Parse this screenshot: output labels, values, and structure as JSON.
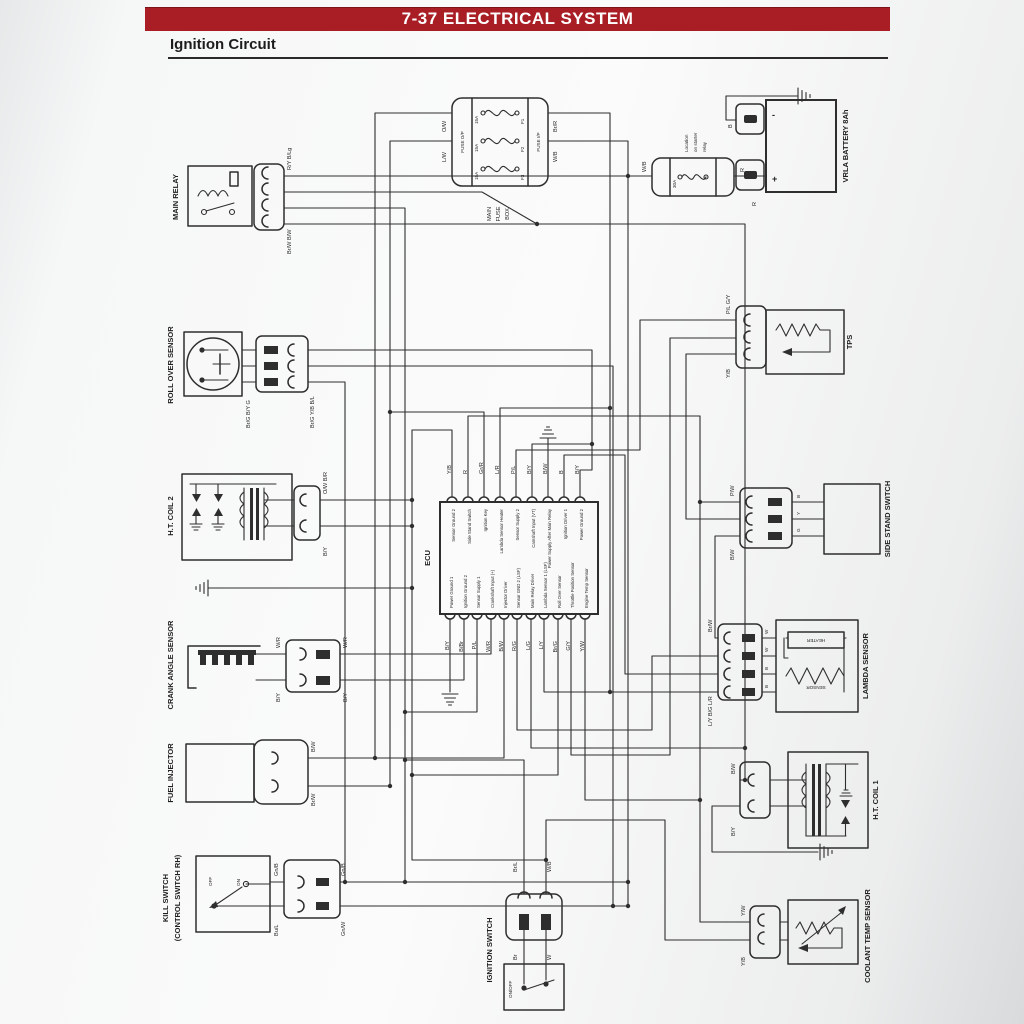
{
  "header": {
    "title": "7-37  ELECTRICAL SYSTEM",
    "section": "Ignition Circuit"
  },
  "colors": {
    "header_red": "#a91e25",
    "ink": "#2e2e2e"
  },
  "main_relay": {
    "label": "MAIN RELAY",
    "wire_top": "R/Y  B/Lg",
    "wire_bottom": "Br/W  B/W"
  },
  "main_fuse_box": {
    "word1": "MAIN",
    "word2": "FUSE",
    "word3": "BOX",
    "out": "FUSE O/P",
    "in": "FUSE I/P",
    "fuses": [
      "15A",
      "15A",
      "15A"
    ],
    "ids": [
      "F1",
      "F2",
      "F3"
    ],
    "wire_left_top": "O/W",
    "wire_left_bottom": "L/W",
    "wire_right_top": "Br/R",
    "wire_right_bottom": "W/B"
  },
  "starter_fuse": {
    "label_1": "Location",
    "label_2": "on starter",
    "label_3": "relay",
    "rating": "30A",
    "wire_left": "W/B",
    "wire_right": "R"
  },
  "battery": {
    "label": "VRLA BATTERY 8Ah",
    "plus": "+",
    "minus": "-",
    "wire_r": "R",
    "wire_b": "B"
  },
  "roll_over_sensor": {
    "label": "ROLL OVER SENSOR",
    "wire_left": "Br/G  B/Y  G",
    "wire_right": "Br/G  Y/B  B/L"
  },
  "ht_coil_2": {
    "label": "H.T. COIL 2",
    "wire_top": "O/W  B/R",
    "wire_bottom": "B/Y"
  },
  "crank_angle_sensor": {
    "label": "CRANK ANGLE SENSOR",
    "wire_top_left": "W/R",
    "wire_bottom_left": "B/Y",
    "wire_top_right": "W/R",
    "wire_bottom_right": "B/Y"
  },
  "fuel_injector": {
    "label": "FUEL INJECTOR",
    "wire_top": "B/W",
    "wire_bottom": "Br/W"
  },
  "kill_switch": {
    "label_1": "KILL SWITCH",
    "label_2": "(CONTROL SWITCH RH)",
    "off": "OFF",
    "on": "ON",
    "wire_top": "Gn/B",
    "wire_bottom": "Bu/L",
    "wire_right_top": "Gn/B",
    "wire_right_bottom": "Gn/W"
  },
  "ignition_switch": {
    "label": "IGNITION SWITCH",
    "switch": "ON/OFF",
    "wire_top_left": "Br/L",
    "wire_top_right": "W/B",
    "wire_bottom_left": "Br",
    "wire_bottom_right": "W"
  },
  "tps": {
    "label": "TPS",
    "wire_top": "P/L  G/Y",
    "wire_bottom": "Y/B"
  },
  "side_stand_switch": {
    "label": "SIDE STAND SWITCH",
    "wire_left_top": "P/W",
    "wire_left_mid": "B/W",
    "wire_right_top": "B",
    "wire_right_mid": "Y",
    "wire_right_bottom": "G"
  },
  "lambda_sensor": {
    "label": "LAMBDA SENSOR",
    "heater": "HEATER",
    "sensor": "SENSOR",
    "wire_left_top": "Br/W",
    "wire_left_bottom": "L/Y  B/G  L/R",
    "wire_mid_1": "W",
    "wire_mid_2": "W",
    "wire_mid_3": "B",
    "wire_mid_4": "B"
  },
  "ht_coil_1": {
    "label": "H.T. COIL 1",
    "wire_top": "B/W",
    "wire_bottom": "B/Y"
  },
  "coolant_temp_sensor": {
    "label": "COOLANT TEMP SENSOR",
    "wire_top": "Y/W",
    "wire_bottom": "Y/B"
  },
  "ecu": {
    "label": "ECU",
    "top_pins": [
      {
        "wire": "Y/B",
        "fn": "Sensor Ground 2"
      },
      {
        "wire": "R",
        "fn": "Side Stand Switch"
      },
      {
        "wire": "Gr/R",
        "fn": "Ignition Key"
      },
      {
        "wire": "L/R",
        "fn": "Lambda Sensor Heater"
      },
      {
        "wire": "P/L",
        "fn": "Sensor Supply 2"
      },
      {
        "wire": "B/Y",
        "fn": "Camshaft Input (VT)"
      },
      {
        "wire": "B/W",
        "fn": "Power Supply After Main Relay"
      },
      {
        "wire": "B",
        "fn": "Ignition Driver 1"
      },
      {
        "wire": "B/Y",
        "fn": "Power Ground 2"
      }
    ],
    "bottom_pins": [
      {
        "wire": "B/Y",
        "fn": "Power Ground 1"
      },
      {
        "wire": "B/Br",
        "fn": "Ignition Ground 2"
      },
      {
        "wire": "P/L",
        "fn": "Sensor Supply 1"
      },
      {
        "wire": "W/R",
        "fn": "Crankshaft Input (+)"
      },
      {
        "wire": "B/W",
        "fn": "Injector Driver"
      },
      {
        "wire": "R/G",
        "fn": "Sensor GND 2 (LSF)"
      },
      {
        "wire": "L/G",
        "fn": "Main Relay Driver"
      },
      {
        "wire": "L/Y",
        "fn": "Lambda Sensor 1 (LSF)"
      },
      {
        "wire": "Br/G",
        "fn": "Roll Over Sensor"
      },
      {
        "wire": "G/Y",
        "fn": "Throttle Position Sensor"
      },
      {
        "wire": "Y/W",
        "fn": "Engine Temp Sensor"
      }
    ]
  }
}
